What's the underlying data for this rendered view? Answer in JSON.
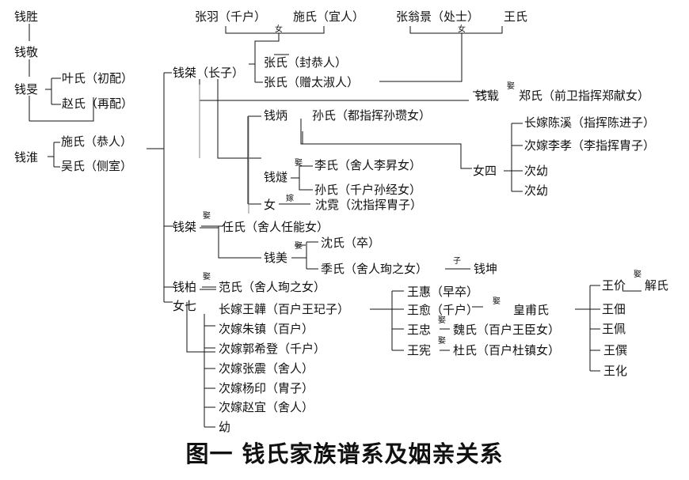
{
  "labels": {
    "qs": "钱胜",
    "qj": "钱敬",
    "qm": "钱旻",
    "ys": "叶氏（初配）",
    "zs": "赵氏（再配）",
    "qh": "钱淮",
    "ss": "施氏（恭人）",
    "ws": "吴氏（侧室）",
    "zy": "张羽（千户）",
    "sh": "施氏（宜人）",
    "zwj": "张翁景（处士）",
    "wang": "王氏",
    "qx": "钱桀（长子）",
    "zs1": "张氏（封恭人）",
    "zs2": "张氏（赠太淑人）",
    "qzai": "钱载",
    "zhs": "郑氏（前卫指挥郑献女）",
    "qb": "钱炳",
    "sunzx": "孙氏（都指挥孙瓒女）",
    "zcx": "长嫁陈溪（指挥陈进子）",
    "cls": "次嫁李孝（李指挥胄子）",
    "ns": "女四",
    "cy1": "次幼",
    "cy2": "次幼",
    "qsui": "钱燧",
    "lis": "李氏（舍人李昇女）",
    "sunqh": "孙氏（千户孙经女）",
    "nv": "女",
    "shenni": "沈霓（沈指挥胄子）",
    "qr": "钱桀",
    "rs": "任氏（舍人任能女）",
    "qmei": "钱美",
    "shs": "沈氏（卒）",
    "lsq": "季氏（舍人珣之女）",
    "qk": "钱坤",
    "qbai": "钱柏",
    "fs": "范氏（舍人珣之女）",
    "nq": "女七",
    "zjw": "长嫁王韡（百户王玘子）",
    "czz": "次嫁朱镇（百户）",
    "cgx": "次嫁郭希登（千户）",
    "czg": "次嫁张震（舍人）",
    "cyy": "次嫁杨印（胄子）",
    "czy": "次嫁赵宜（舍人）",
    "you": "幼",
    "wh": "王惠（早卒）",
    "wy": "王愈（千户）",
    "hfs": "皇甫氏",
    "wzh": "王忠",
    "weis": "魏氏（百户王臣女）",
    "wx": "王宪",
    "dus": "杜氏（百户杜镇女）",
    "wj": "王价",
    "xs": "解氏",
    "wt": "王佃",
    "wp": "王佩",
    "wg": "王僎",
    "wzu": "王化"
  },
  "marks": {
    "qu": "娶",
    "nv": "女",
    "jia": "嫁",
    "zi": "子"
  },
  "caption": "图一 钱氏家族谱系及姻亲关系"
}
